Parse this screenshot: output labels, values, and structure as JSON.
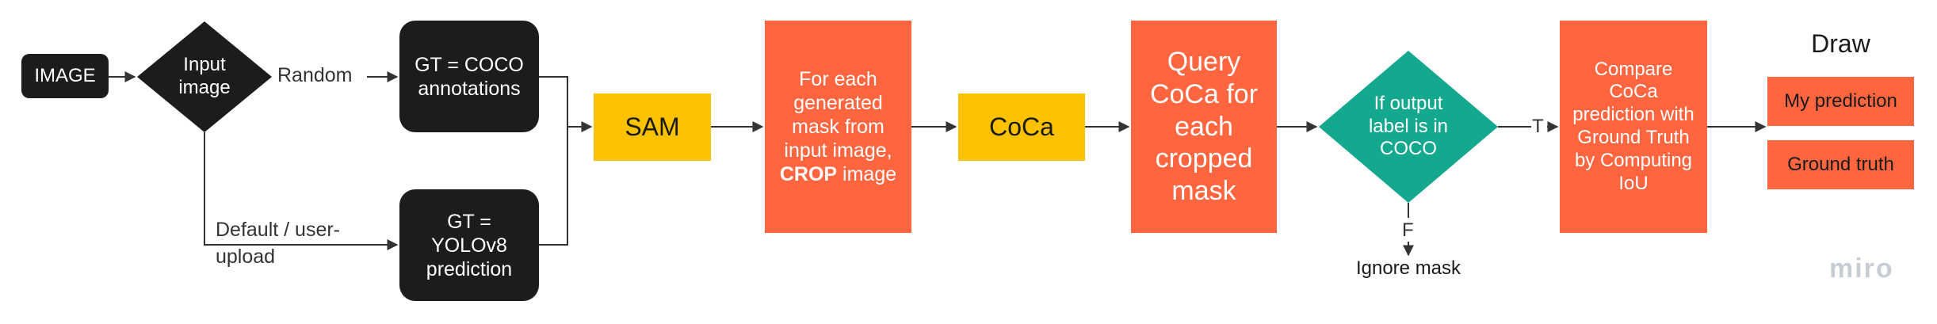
{
  "colors": {
    "black_node": "#1c1c1c",
    "orange_node": "#ff6640",
    "yellow_node": "#fcc200",
    "teal_decision": "#14a88f",
    "arrow": "#333333",
    "watermark": "#c8cdd3"
  },
  "nodes": {
    "image": "IMAGE",
    "input_image": "Input image",
    "gt_coco": "GT = COCO annotations",
    "gt_yolo": "GT = YOLOv8 prediction",
    "sam": "SAM",
    "crop_step_before": "For each generated mask from input image,",
    "crop_step_bold": "CROP",
    "crop_step_after": "image",
    "coca": "CoCa",
    "query_coca": "Query CoCa for each cropped mask",
    "decision": "If output label is in COCO",
    "compare": "Compare CoCa prediction with Ground Truth by Computing IoU",
    "draw_title": "Draw",
    "my_prediction": "My prediction",
    "ground_truth": "Ground truth",
    "ignore_mask": "Ignore mask"
  },
  "edges": {
    "random": "Random",
    "default_upload": "Default / user-upload",
    "true_label": "T",
    "false_label": "F"
  },
  "watermark": "miro"
}
